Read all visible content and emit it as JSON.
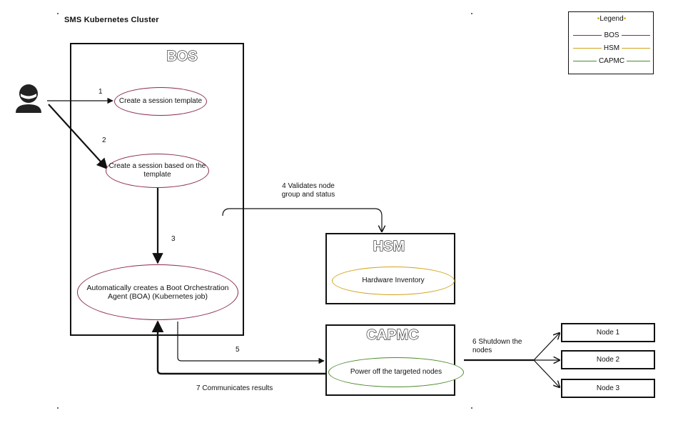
{
  "colors": {
    "bos": "#8b2a55",
    "hsm": "#d2a21a",
    "capmc": "#4c8a2e",
    "line": "#111111"
  },
  "cluster": {
    "title": "SMS Kubernetes Cluster"
  },
  "legend": {
    "title": "Legend",
    "items": [
      {
        "label": "BOS",
        "color": "#8b2a55"
      },
      {
        "label": "HSM",
        "color": "#d2a21a"
      },
      {
        "label": "CAPMC",
        "color": "#4c8a2e"
      }
    ]
  },
  "bos": {
    "title": "BOS",
    "create_template": "Create a session template",
    "create_session": "Create a session based on the template",
    "create_boa": "Automatically creates a Boot Orchestration Agent (BOA) (Kubernetes job)"
  },
  "hsm": {
    "title": "HSM",
    "inventory": "Hardware Inventory"
  },
  "capmc": {
    "title": "CAPMC",
    "power_off": "Power off the targeted nodes"
  },
  "steps": {
    "s1": "1",
    "s2": "2",
    "s3": "3",
    "s4": "4 Validates node group and status",
    "s5": "5",
    "s6": "6  Shutdown the nodes",
    "s7": "7 Communicates results"
  },
  "nodes": [
    "Node 1",
    "Node 2",
    "Node 3"
  ],
  "icons": {
    "user": "user-icon"
  }
}
